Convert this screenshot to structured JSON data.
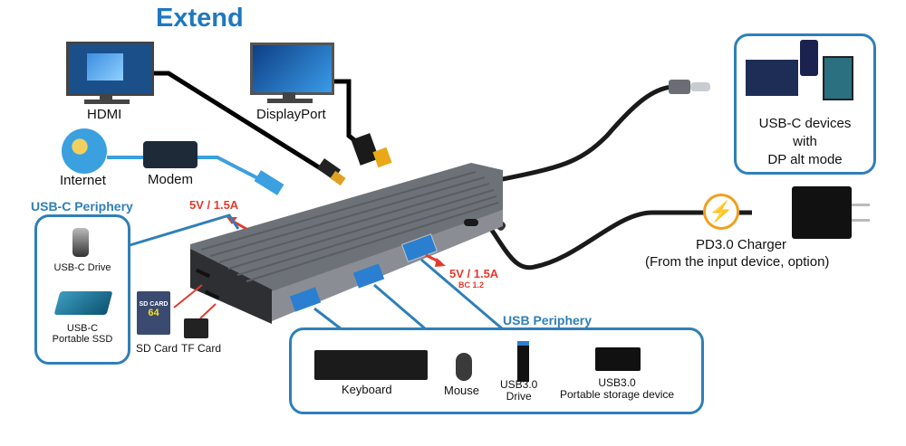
{
  "title": "Extend",
  "displays": {
    "hdmi_label": "HDMI",
    "displayport_label": "DisplayPort"
  },
  "network": {
    "internet_label": "Internet",
    "modem_label": "Modem"
  },
  "usbc_periphery": {
    "heading": "USB-C Periphery",
    "power_note": "5V / 1.5A",
    "items": [
      {
        "label": "USB-C Drive"
      },
      {
        "label": "USB-C\nPortable SSD"
      }
    ]
  },
  "card_readers": {
    "sd_label": "SD Card",
    "sd_card_text": "SD CARD",
    "sd_capacity": "64",
    "tf_label": "TF Card"
  },
  "usb_charging_port": {
    "power_note": "5V / 1.5A",
    "spec_note": "BC 1.2"
  },
  "usb_periphery": {
    "heading": "USB Periphery",
    "items": [
      {
        "label": "Keyboard"
      },
      {
        "label": "Mouse"
      },
      {
        "label": "USB3.0\nDrive"
      },
      {
        "label": "USB3.0\nPortable storage device"
      }
    ]
  },
  "host_devices": {
    "label_line1": "USB-C devices",
    "label_line2": "with",
    "label_line3": "DP alt mode"
  },
  "charger": {
    "label_line1": "PD3.0 Charger",
    "label_line2": "(From the input device, option)"
  },
  "colors": {
    "accent_blue": "#2f7fb8",
    "title_blue": "#1f78c1",
    "alert_red": "#e23b2e",
    "charge_orange": "#f0a020",
    "hub_gray": "#6d7178"
  }
}
